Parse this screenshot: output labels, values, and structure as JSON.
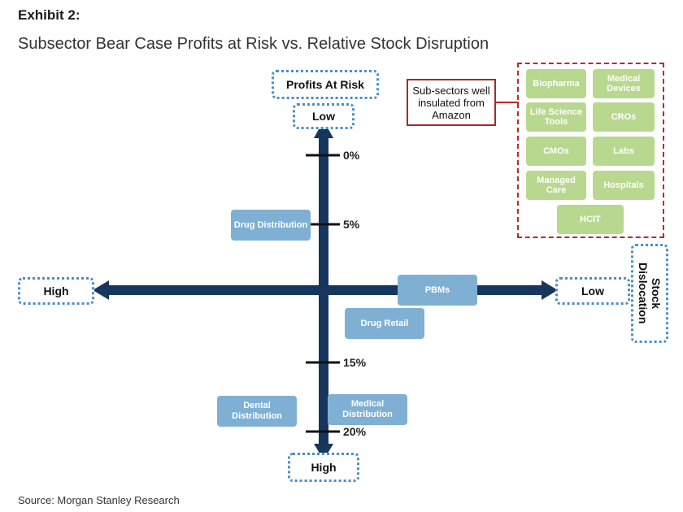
{
  "header": {
    "exhibit": "Exhibit 2:",
    "title": "Subsector Bear Case Profits at Risk vs. Relative Stock Disruption"
  },
  "axes": {
    "vertical_title": "Profits At Risk",
    "vertical_top": "Low",
    "vertical_bottom": "High",
    "horizontal_left": "High",
    "horizontal_right": "Low",
    "horizontal_title": "Stock Dislocation",
    "ticks": [
      "0%",
      "5%",
      "15%",
      "20%"
    ]
  },
  "sectors": {
    "drug_distribution": "Drug Distribution",
    "pbms": "PBMs",
    "drug_retail": "Drug Retail",
    "dental_distribution": "Dental Distribution",
    "medical_distribution": "Medical Distribution"
  },
  "insulated": {
    "callout": "Sub-sectors well insulated from Amazon",
    "items": [
      "Biopharma",
      "Medical Devices",
      "Life Science Tools",
      "CROs",
      "CMOs",
      "Labs",
      "Managed Care",
      "Hospitals",
      "HCIT"
    ]
  },
  "colors": {
    "axis": "#17365d",
    "sector_fill": "#7fb0d4",
    "insulated_fill": "#b9d88f",
    "dotted_border": "#4b8fc4",
    "callout_border": "#c0262c"
  },
  "footer": {
    "source": "Source: Morgan Stanley Research"
  }
}
